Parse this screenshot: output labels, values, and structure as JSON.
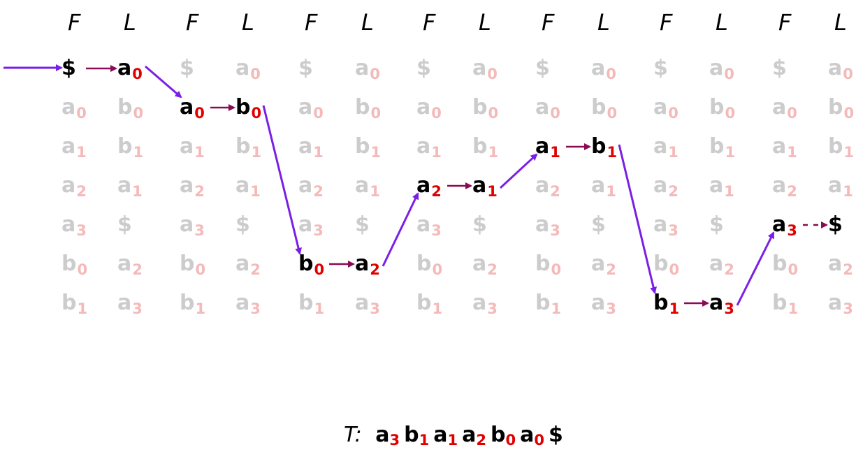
{
  "headers": {
    "f": "F",
    "l": "L"
  },
  "rotations": {
    "F": [
      [
        "$",
        ""
      ],
      [
        "a",
        "0"
      ],
      [
        "a",
        "1"
      ],
      [
        "a",
        "2"
      ],
      [
        "a",
        "3"
      ],
      [
        "b",
        "0"
      ],
      [
        "b",
        "1"
      ]
    ],
    "L": [
      [
        "a",
        "0"
      ],
      [
        "b",
        "0"
      ],
      [
        "b",
        "1"
      ],
      [
        "a",
        "1"
      ],
      [
        "$",
        ""
      ],
      [
        "a",
        "2"
      ],
      [
        "a",
        "3"
      ]
    ]
  },
  "walk": [
    {
      "step": 0,
      "row": 0,
      "f": [
        "$",
        ""
      ],
      "l": [
        "a",
        "0"
      ]
    },
    {
      "step": 1,
      "row": 1,
      "f": [
        "a",
        "0"
      ],
      "l": [
        "b",
        "0"
      ]
    },
    {
      "step": 2,
      "row": 5,
      "f": [
        "b",
        "0"
      ],
      "l": [
        "a",
        "2"
      ]
    },
    {
      "step": 3,
      "row": 3,
      "f": [
        "a",
        "2"
      ],
      "l": [
        "a",
        "1"
      ]
    },
    {
      "step": 4,
      "row": 2,
      "f": [
        "a",
        "1"
      ],
      "l": [
        "b",
        "1"
      ]
    },
    {
      "step": 5,
      "row": 6,
      "f": [
        "b",
        "1"
      ],
      "l": [
        "a",
        "3"
      ]
    },
    {
      "step": 6,
      "row": 4,
      "f": [
        "a",
        "3"
      ],
      "l": [
        "$",
        ""
      ],
      "dashed": true
    }
  ],
  "result": {
    "label": "T:",
    "tokens": [
      [
        "a",
        "3"
      ],
      [
        "b",
        "1"
      ],
      [
        "a",
        "1"
      ],
      [
        "a",
        "2"
      ],
      [
        "b",
        "0"
      ],
      [
        "a",
        "0"
      ],
      [
        "$",
        ""
      ]
    ]
  },
  "colors": {
    "faded_letter": "#cccccc",
    "faded_index": "#f4b9b9",
    "highlight_letter": "#000000",
    "highlight_index": "#e00000",
    "lf_arrow": "#8a0a55",
    "jump_arrow": "#7a1fe6"
  }
}
